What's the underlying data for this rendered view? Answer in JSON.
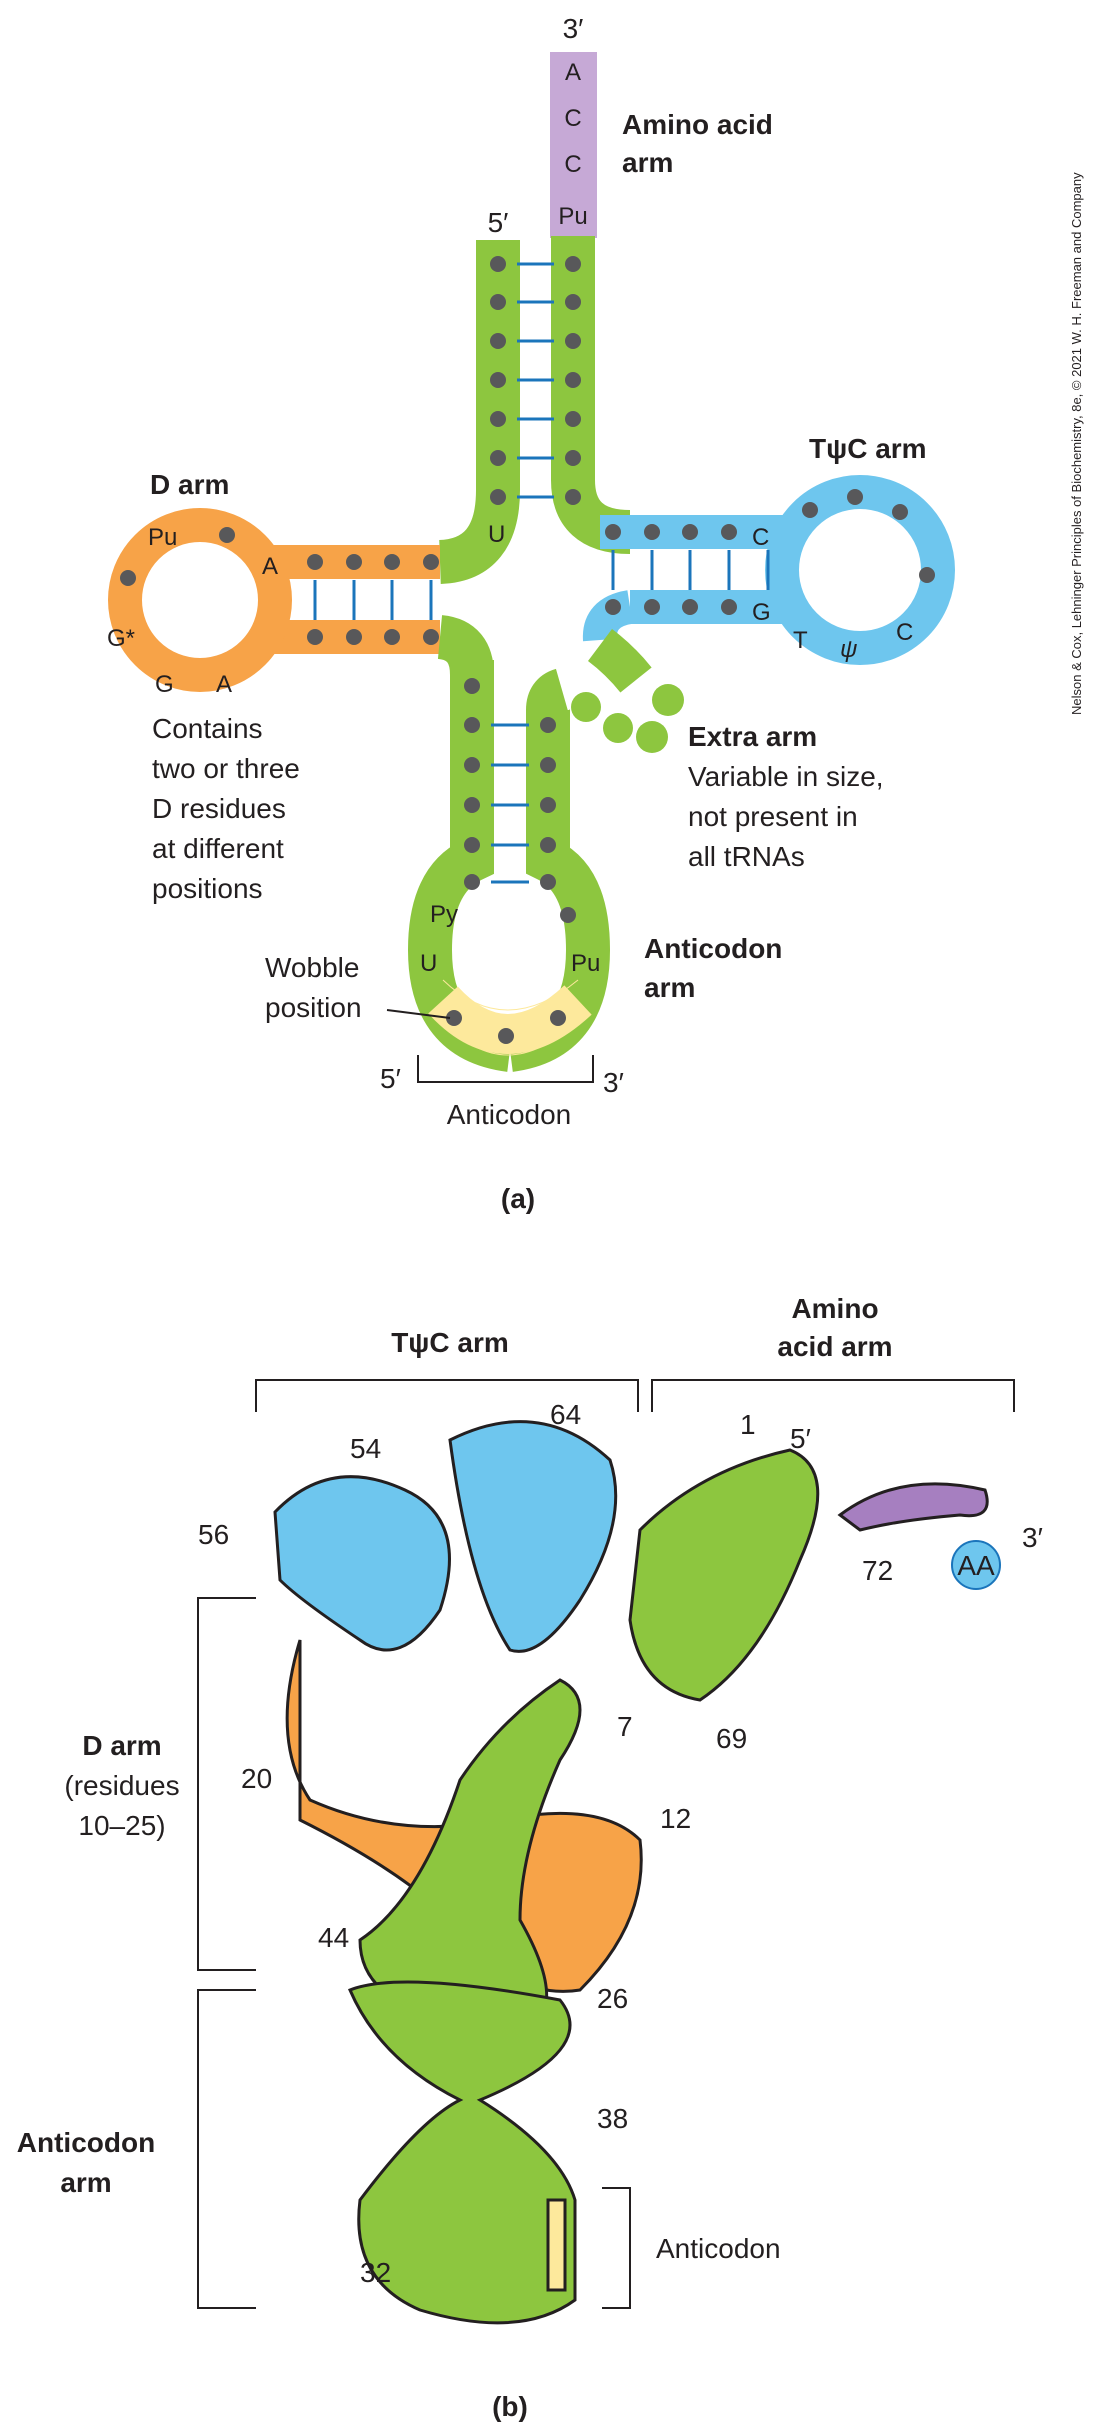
{
  "credit": {
    "text": "Nelson & Cox, Lehninger Principles of Biochemistry, 8e, © 2021 W. H. Freeman and Company"
  },
  "panel_a": {
    "caption": "(a)",
    "amino_acid_arm": {
      "line1": "Amino acid",
      "line2": "arm",
      "three_prime": "3′",
      "five_prime": "5′",
      "bases": [
        "A",
        "C",
        "C",
        "Pu"
      ]
    },
    "d_arm": {
      "title": "D arm",
      "bases": [
        "Pu",
        "A",
        "G*",
        "G",
        "A"
      ],
      "note": [
        "Contains",
        "two or three",
        "D residues",
        "at different",
        "positions"
      ]
    },
    "tpsic_arm": {
      "title": "TψC arm",
      "bases": [
        "C",
        "G",
        "T",
        "ψ",
        "C"
      ]
    },
    "extra_arm": {
      "title": "Extra arm",
      "note": [
        "Variable in size,",
        "not present in",
        "all tRNAs"
      ]
    },
    "anticodon_arm": {
      "line1": "Anticodon",
      "line2": "arm",
      "bases": [
        "U",
        "Py",
        "U",
        "Pu"
      ],
      "wobble": [
        "Wobble",
        "position"
      ],
      "bracket_label": "Anticodon",
      "left_end": "5′",
      "right_end": "3′"
    }
  },
  "panel_b": {
    "caption": "(b)",
    "tpsic_arm": "TψC arm",
    "amino_acid_arm": [
      "Amino",
      "acid arm"
    ],
    "d_arm": {
      "title": "D arm",
      "detail": [
        "(residues",
        "10–25)"
      ]
    },
    "anticodon_arm": [
      "Anticodon",
      "arm"
    ],
    "anticodon": "Anticodon",
    "aa": "AA",
    "five_prime": "5′",
    "three_prime": "3′",
    "residues": [
      "1",
      "7",
      "12",
      "20",
      "26",
      "32",
      "38",
      "44",
      "54",
      "56",
      "64",
      "69",
      "72"
    ]
  },
  "colors": {
    "green": "#8dc63f",
    "orange": "#f7a348",
    "blue": "#6ec6ee",
    "purple": "#c6a9d6",
    "yellow": "#fde99c",
    "bond": "#1b75bb",
    "dot": "#58585a"
  }
}
